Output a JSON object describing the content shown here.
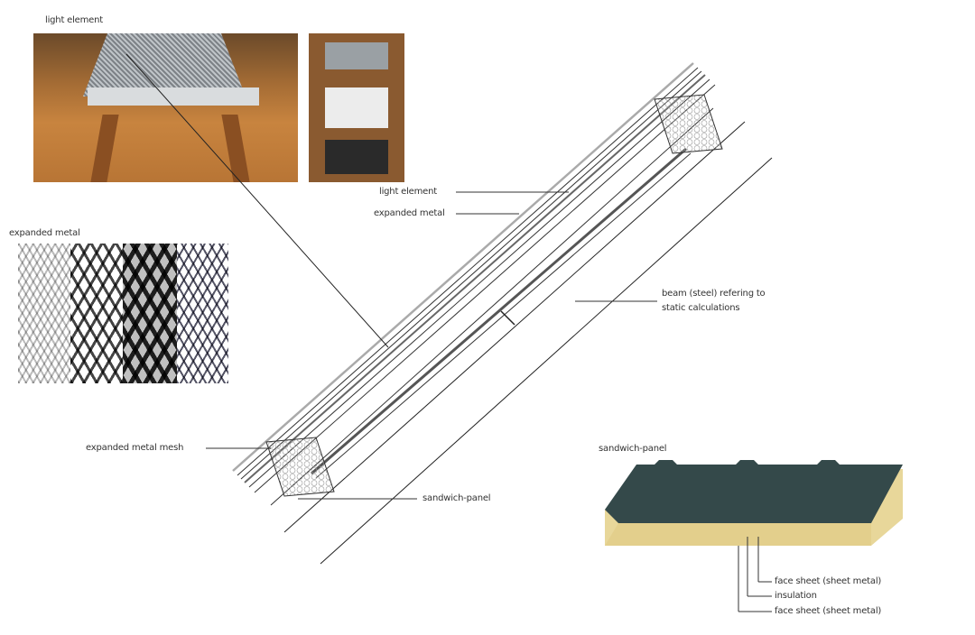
{
  "labels": {
    "light_element_photo": "light element",
    "expanded_metal_photo": "expanded metal",
    "light_element": "light element",
    "expanded_metal": "expanded metal",
    "beam_line1": "beam (steel) refering to",
    "beam_line2": "static calculations",
    "expanded_metal_mesh": "expanded metal mesh",
    "sandwich_panel": "sandwich-panel",
    "sandwich_panel_photo": "sandwich-panel",
    "face_sheet_top": "face sheet (sheet metal)",
    "insulation": "insulation",
    "face_sheet_bottom": "face sheet (sheet metal)"
  },
  "colors": {
    "roof_brown": "#b8753a",
    "panel_green": "#34494a",
    "insulation": "#e8d79a",
    "mesh_gray": "#8a8a8a"
  }
}
